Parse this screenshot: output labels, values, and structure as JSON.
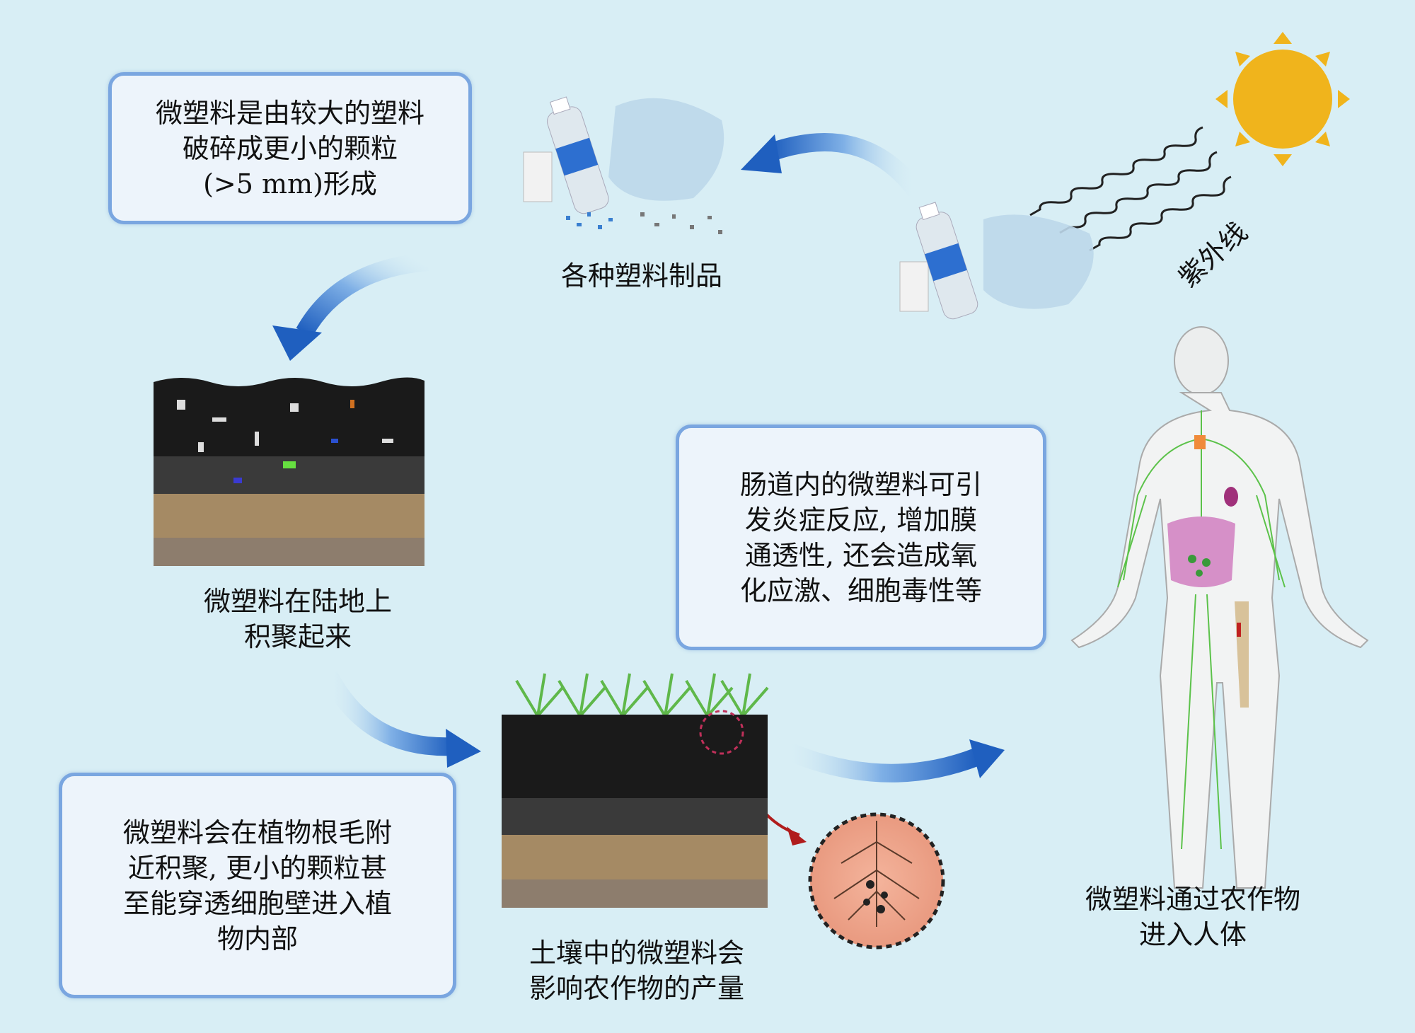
{
  "boxes": {
    "formation": [
      "微塑料是由较大的塑料",
      "破碎成更小的颗粒",
      "(>5 mm)形成"
    ],
    "plants": [
      "微塑料会在植物根毛附",
      "近积聚, 更小的颗粒甚",
      "至能穿透细胞壁进入植",
      "物内部"
    ],
    "gut": [
      "肠道内的微塑料可引",
      "发炎症反应, 增加膜",
      "通透性, 还会造成氧",
      "化应激、细胞毒性等"
    ]
  },
  "labels": {
    "plastics": "各种塑料制品",
    "uv": "紫外线",
    "land": [
      "微塑料在陆地上",
      "积聚起来"
    ],
    "soil": [
      "土壤中的微塑料会",
      "影响农作物的产量"
    ],
    "human": [
      "微塑料通过农作物",
      "进入人体"
    ]
  },
  "colors": {
    "background": "#d8eef5",
    "box_border": "#7aa6e0",
    "arrow": "#2e6fc4",
    "sun": "#f0b41c",
    "soil_dark": "#1c1c1c",
    "soil_sand": "#a58a64",
    "lymph": "#5cc24a"
  }
}
